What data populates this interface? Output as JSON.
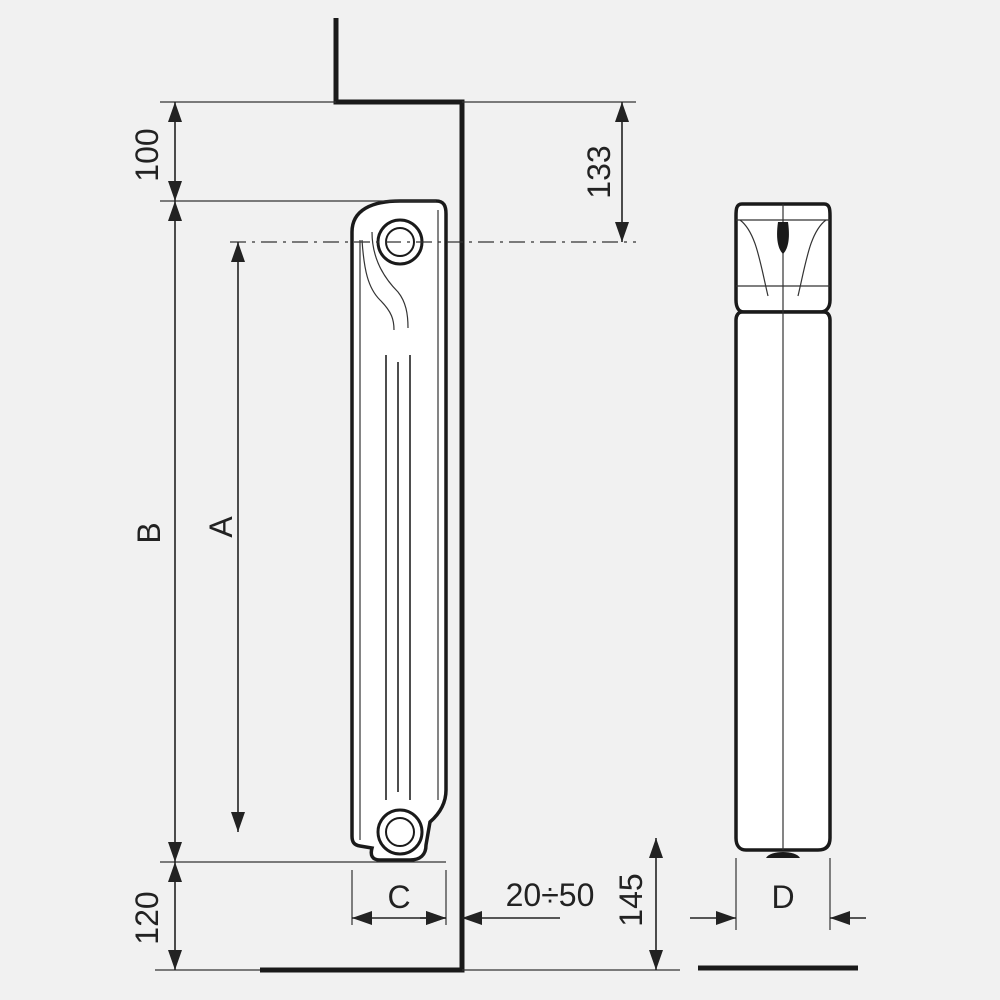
{
  "colors": {
    "background": "#f1f1f1",
    "line": "#1a1a1a",
    "radiator_fill": "#ffffff"
  },
  "labels": {
    "top_clearance": "100",
    "axis_offset": "133",
    "total_height": "B",
    "axis_distance": "A",
    "depth_side": "C",
    "wall_gap": "20÷50",
    "floor_to_axis": "145",
    "bottom_clearance": "120",
    "depth_front": "D"
  }
}
